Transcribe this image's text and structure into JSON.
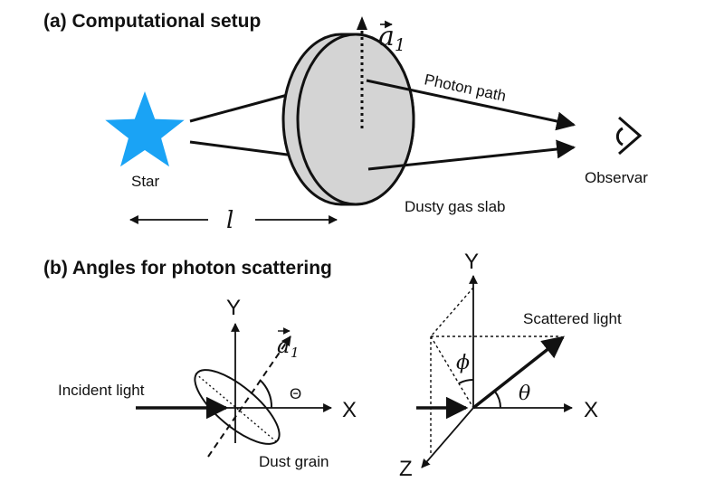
{
  "panel_a": {
    "heading": "(a) Computational setup",
    "star_label": "Star",
    "slab_label": "Dusty gas slab",
    "photon_path_label": "Photon path",
    "observer_label": "Observar",
    "axis_symbol": "a",
    "axis_subscript": "1",
    "distance_symbol": "l"
  },
  "panel_b": {
    "heading": "(b) Angles for photon scattering",
    "left": {
      "y_axis": "Y",
      "x_axis": "X",
      "incident_label": "Incident light",
      "grain_label": "Dust grain",
      "angle_symbol": "Θ",
      "axis_symbol": "a",
      "axis_subscript": "1"
    },
    "right": {
      "y_axis": "Y",
      "x_axis": "X",
      "z_axis": "Z",
      "scattered_label": "Scattered light",
      "phi_symbol": "ϕ",
      "theta_symbol": "θ"
    }
  },
  "colors": {
    "star": "#1aa3f5",
    "slab_fill": "#d4d4d4",
    "ink": "#111111"
  }
}
